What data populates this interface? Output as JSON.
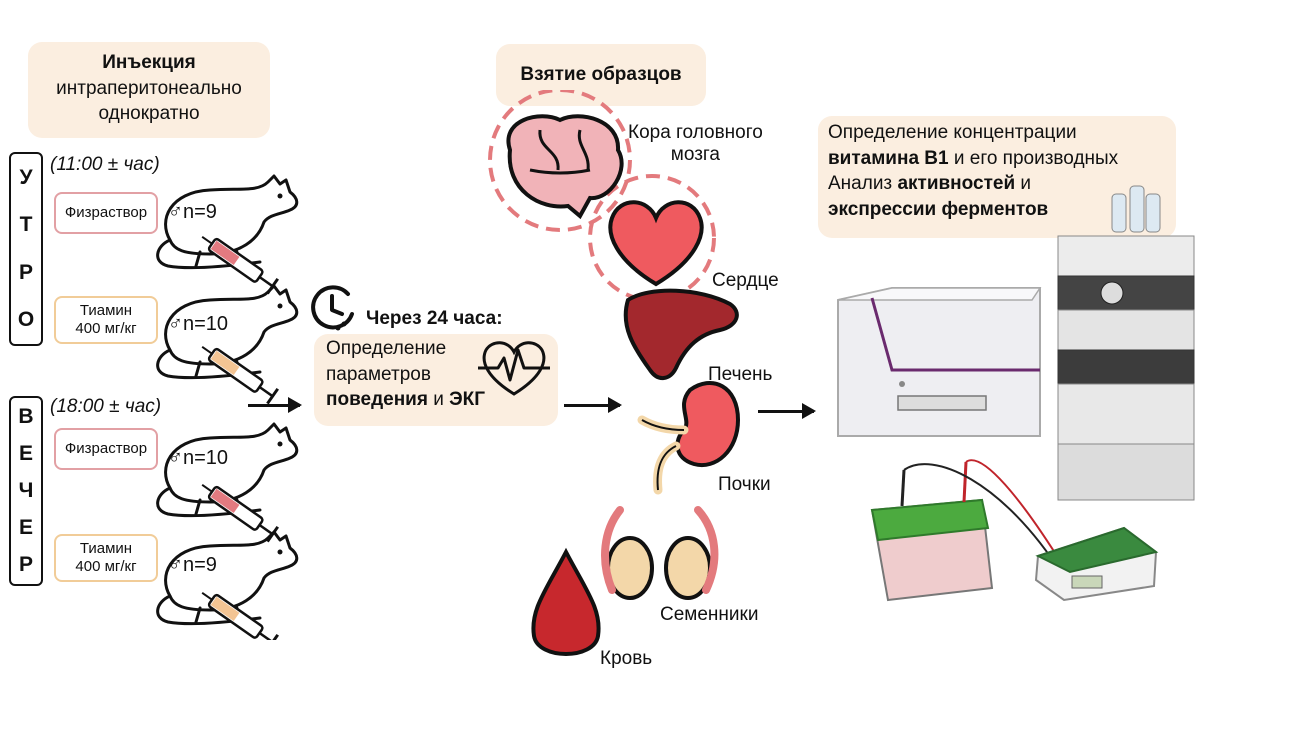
{
  "injection": {
    "title": "Инъекция",
    "line2": "интраперитонеально",
    "line3": "однократно"
  },
  "morning": {
    "letters": [
      "У",
      "Т",
      "Р",
      "О"
    ],
    "time": "(11:00 ± час)",
    "groups": [
      {
        "label": "Физраствор",
        "n": "n=9"
      },
      {
        "label_1": "Тиамин",
        "label_2": "400 мг/кг",
        "n": "n=10"
      }
    ]
  },
  "evening": {
    "letters": [
      "В",
      "Е",
      "Ч",
      "Е",
      "Р"
    ],
    "time": "(18:00 ± час)",
    "groups": [
      {
        "label": "Физраствор",
        "n": "n=10"
      },
      {
        "label_1": "Тиамин",
        "label_2": "400 мг/кг",
        "n": "n=9"
      }
    ]
  },
  "after": {
    "title": "Через 24 часа:",
    "line1": "Определение",
    "line2": "параметров",
    "line3_bold": "поведения",
    "line3_mid": " и ",
    "line3_bold2": "ЭКГ"
  },
  "sampling": {
    "title": "Взятие образцов",
    "organs": {
      "brain_1": "Кора головного",
      "brain_2": "мозга",
      "heart": "Сердце",
      "liver": "Печень",
      "kidney": "Почки",
      "testes": "Семенники",
      "blood": "Кровь"
    }
  },
  "analysis": {
    "l1": "Определение концентрации",
    "l2_bold": "витамина В1",
    "l2_rest": " и его производных",
    "l3_pre": "Анализ ",
    "l3_bold": "активностей",
    "l3_post": " и",
    "l4_bold": "экспрессии ферментов"
  },
  "colors": {
    "peach": "#fbeee0",
    "saline_border": "#e2a0a4",
    "thiamine_border": "#f1cc98",
    "heart": "#ef5a5f",
    "liver": "#a3282d",
    "blood": "#c7282d"
  }
}
